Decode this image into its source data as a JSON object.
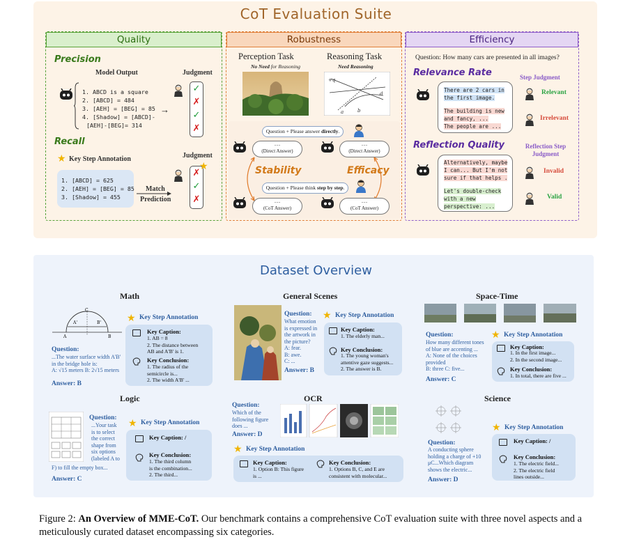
{
  "suite": {
    "title": "CoT Evaluation Suite",
    "quality": {
      "header": "Quality",
      "precision_title": "Precision",
      "model_output_label": "Model Output",
      "judgment_label": "Judgment",
      "model_output_lines": [
        "1. ABCD is a square",
        "2. [ABCD] = 484",
        "3. [AEH] = [BEG] = 85",
        "4. [Shadow] = [ABCD]-",
        "[AEH]-[BEG]= 314"
      ],
      "precision_marks": [
        "✓",
        "✗",
        "✓",
        "✗"
      ],
      "recall_title": "Recall",
      "key_step_annotation": "Key Step Annotation",
      "recall_lines": [
        "1. [ABCD] = 625",
        "2. [AEH] = [BEG] = 85",
        "3. [Shadow] = 455"
      ],
      "match_label_1": "Match",
      "match_label_2": "Prediction",
      "recall_judgment_label": "Judgment",
      "recall_marks": [
        "✗",
        "✓",
        "✗"
      ]
    },
    "robustness": {
      "header": "Robustness",
      "perception_task": "Perception Task",
      "perception_sub_bold": "No Need",
      "perception_sub_rest": " for Reasoning",
      "reasoning_task": "Reasoning Task",
      "reasoning_sub": "Need Reasoning",
      "prompt_direct_pre": "Question + Please answer ",
      "prompt_direct_bold": "directly",
      "prompt_direct_post": ".",
      "prompt_step_pre": "Question + Please think ",
      "prompt_step_bold": "step by step",
      "prompt_step_post": ".",
      "direct_answer": "(Direct Answer)",
      "cot_answer": "(CoT Answer)",
      "ellipsis": "......",
      "stability": "Stability",
      "efficacy": "Efficacy"
    },
    "efficiency": {
      "header": "Efficiency",
      "question": "Question: How many cars are presented in all images?",
      "relevance_title": "Relevance Rate",
      "step_judgment": "Step Judgment",
      "relevance_text_1": [
        "There are 2 cars in",
        "the first image."
      ],
      "relevance_text_2": [
        "The building is new",
        "and fancy, ...",
        "The people are ..."
      ],
      "relevant": "Relevant",
      "irrelevant": "Irrelevant",
      "reflection_title": "Reflection Quality",
      "reflection_step_judgment_1": "Reflection Step",
      "reflection_step_judgment_2": "Judgment",
      "reflection_text_1": [
        "Alternatively, maybe",
        "I can... But I'm not",
        "sure if that helps ."
      ],
      "reflection_text_2": [
        "Let's double-check",
        "with a new",
        "perspective: ..."
      ],
      "invalid": "Invalid",
      "valid": "Valid"
    }
  },
  "dataset": {
    "title": "Dataset Overview",
    "math": {
      "category": "Math",
      "question_label": "Question:",
      "question_lines": [
        "...The water surface width A'B'",
        "in the bridge hole is:",
        "A: √15 meters  B: 2√15 meters"
      ],
      "answer": "Answer: B",
      "ksa": "Key Step Annotation",
      "caption_title": "Key Caption:",
      "caption_lines": [
        "1. AB = 8",
        "2. The distance between",
        "AB and A'B' is 1."
      ],
      "conclusion_title": "Key Conclusion:",
      "conclusion_lines": [
        "1. The radius of the",
        "semicircle is...",
        "2. The width A'B' ..."
      ]
    },
    "general": {
      "category": "General Scenes",
      "question_label": "Question:",
      "question_lines": [
        "What emotion",
        "is expressed in",
        "the artwork in",
        "the picture?",
        "A: fear.",
        "B: awe.",
        "C: ..."
      ],
      "answer": "Answer: B",
      "ksa": "Key Step Annotation",
      "caption_title": "Key Caption:",
      "caption_lines": [
        "1. The elderly man..."
      ],
      "conclusion_title": "Key Conclusion:",
      "conclusion_lines": [
        "1. The young woman's",
        "attentive gaze suggests...",
        "2. The answer is B."
      ]
    },
    "spacetime": {
      "category": "Space-Time",
      "question_label": "Question:",
      "question_lines": [
        "How many different tones",
        "of blue are accenting ...",
        "A: None of the choices",
        "provided",
        "B: three C: five..."
      ],
      "answer": "Answer: C",
      "ksa": "Key Step Annotation",
      "caption_title": "Key Caption:",
      "caption_lines": [
        "1. In the first image...",
        "2. In the second image..."
      ],
      "conclusion_title": "Key Conclusion:",
      "conclusion_lines": [
        "1. In total, there are five ..."
      ]
    },
    "logic": {
      "category": "Logic",
      "question_label": "Question:",
      "question_lines": [
        "...Your task",
        "is to select",
        "the correct",
        "shape from",
        "six options",
        "(labeled A to"
      ],
      "question_tail": "F) to fill the empty box...",
      "answer": "Answer: C",
      "ksa": "Key Step Annotation",
      "caption_title": "Key Caption: /",
      "conclusion_title": "Key Conclusion:",
      "conclusion_lines": [
        "1. The third column",
        "is the combination...",
        "2. The third..."
      ]
    },
    "ocr": {
      "category": "OCR",
      "question_label": "Question:",
      "question_lines": [
        "Which of the",
        "following figure",
        "does ..."
      ],
      "answer": "Answer: D",
      "ksa": "Key Step Annotation",
      "caption_title": "Key Caption:",
      "caption_lines": [
        "1. Option B: This figure",
        "is ..."
      ],
      "conclusion_title": "Key Conclusion:",
      "conclusion_lines": [
        "1. Options B, C, and E are",
        "consistent with molecular..."
      ]
    },
    "science": {
      "category": "Science",
      "question_label": "Question:",
      "question_lines": [
        "A conducting sphere",
        "holding a charge of +10",
        "μC...Which diagram",
        "shows the electric..."
      ],
      "answer": "Answer: D",
      "ksa": "Key Step Annotation",
      "caption_title": "Key Caption: /",
      "conclusion_title": "Key Conclusion:",
      "conclusion_lines": [
        "1. The electric field...",
        "2. The electric field",
        "lines outside..."
      ]
    }
  },
  "caption": {
    "prefix": "Figure 2: ",
    "bold": "An Overview of MME-CoT.",
    "rest": " Our benchmark contains a comprehensive CoT evaluation suite with three novel aspects and a meticulously curated dataset encompassing six categories."
  },
  "colors": {
    "quality": "#5aa33b",
    "robustness": "#e0803a",
    "efficiency": "#8f5fc9",
    "dataset_blue": "#2f5fa0"
  },
  "icons": [
    "robot-icon",
    "judge-icon",
    "star-icon",
    "image-icon",
    "brain-icon",
    "user-icon",
    "arrow-icon"
  ]
}
